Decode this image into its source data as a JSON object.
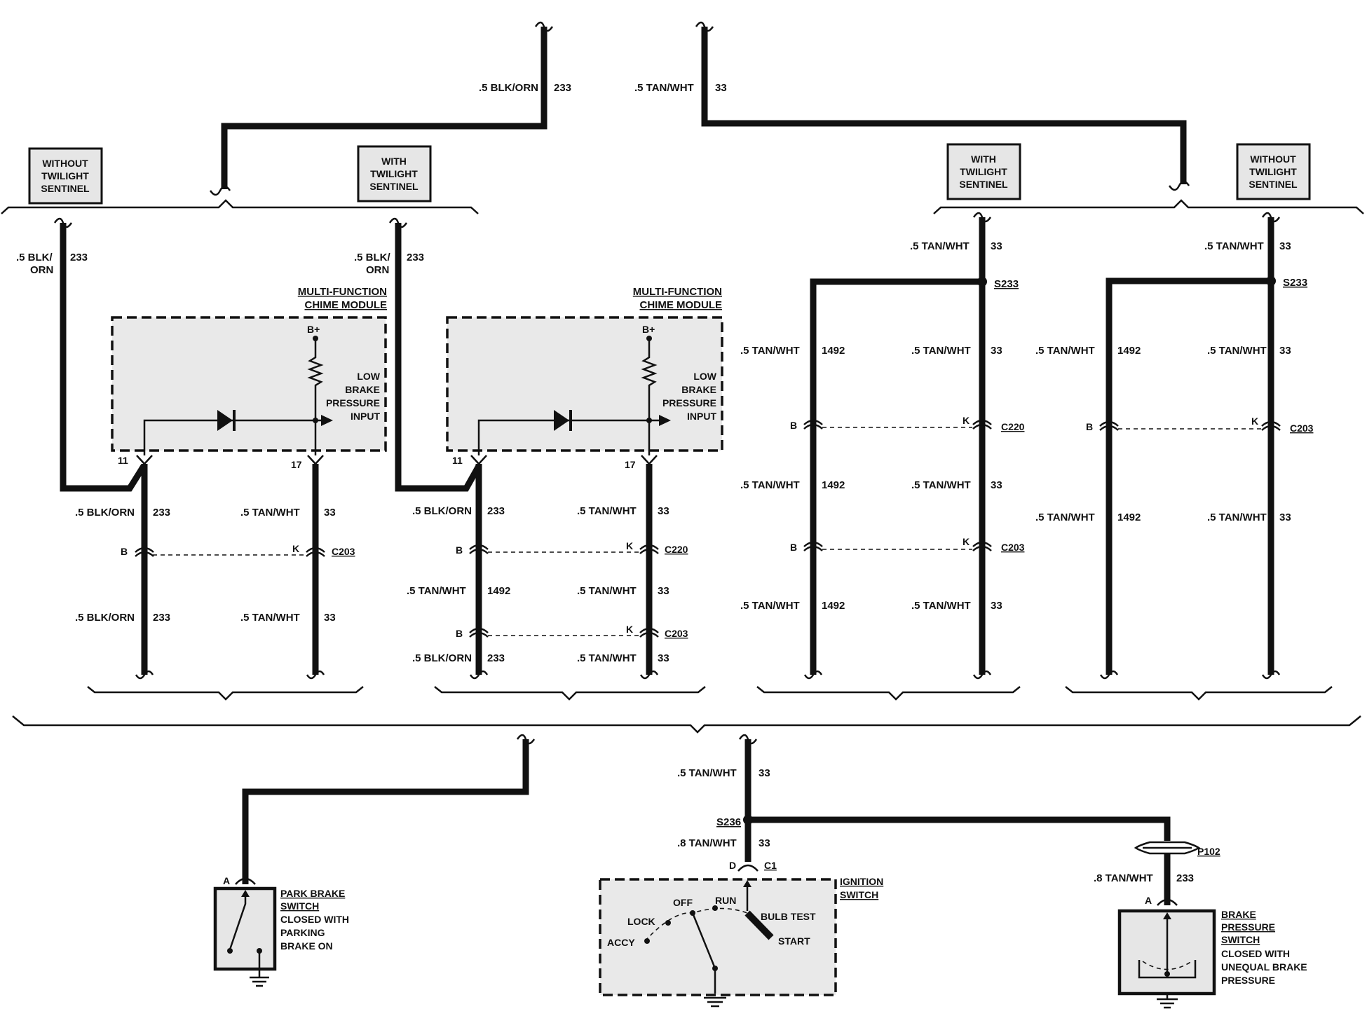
{
  "sections": {
    "without_twilight": "WITHOUT TWILIGHT SENTINEL",
    "with_twilight": "WITH TWILIGHT SENTINEL"
  },
  "wires": {
    "blk_orn": ".5 BLK/ORN",
    "blk": ".5 BLK/",
    "orn": "ORN",
    "tan_wht": ".5 TAN/WHT",
    "tan_wht_8": ".8 TAN/WHT",
    "c233": "233",
    "c33": "33",
    "c1492": "1492"
  },
  "module": {
    "line1": "MULTI-FUNCTION",
    "line2": "CHIME MODULE",
    "bplus": "B+",
    "input1": "LOW",
    "input2": "BRAKE",
    "input3": "PRESSURE",
    "input4": "INPUT",
    "pin_a": "11",
    "pin_b": "17"
  },
  "connectors": {
    "c203": "C203",
    "c220": "C220",
    "s233": "S233",
    "s236": "S236",
    "p102": "P102",
    "c1": "C1",
    "pin_b": "B",
    "pin_k": "K",
    "pin_a": "A",
    "pin_d": "D"
  },
  "ignition": {
    "title1": "IGNITION",
    "title2": "SWITCH",
    "off": "OFF",
    "run": "RUN",
    "lock": "LOCK",
    "accy": "ACCY",
    "bulb_test": "BULB TEST",
    "start": "START"
  },
  "park_switch": {
    "l1": "PARK BRAKE",
    "l2": "SWITCH",
    "l3": "CLOSED WITH",
    "l4": "PARKING",
    "l5": "BRAKE ON"
  },
  "brake_switch": {
    "l1": "BRAKE",
    "l2": "PRESSURE",
    "l3": "SWITCH",
    "l4": "CLOSED WITH",
    "l5": "UNEQUAL BRAKE",
    "l6": "PRESSURE"
  }
}
